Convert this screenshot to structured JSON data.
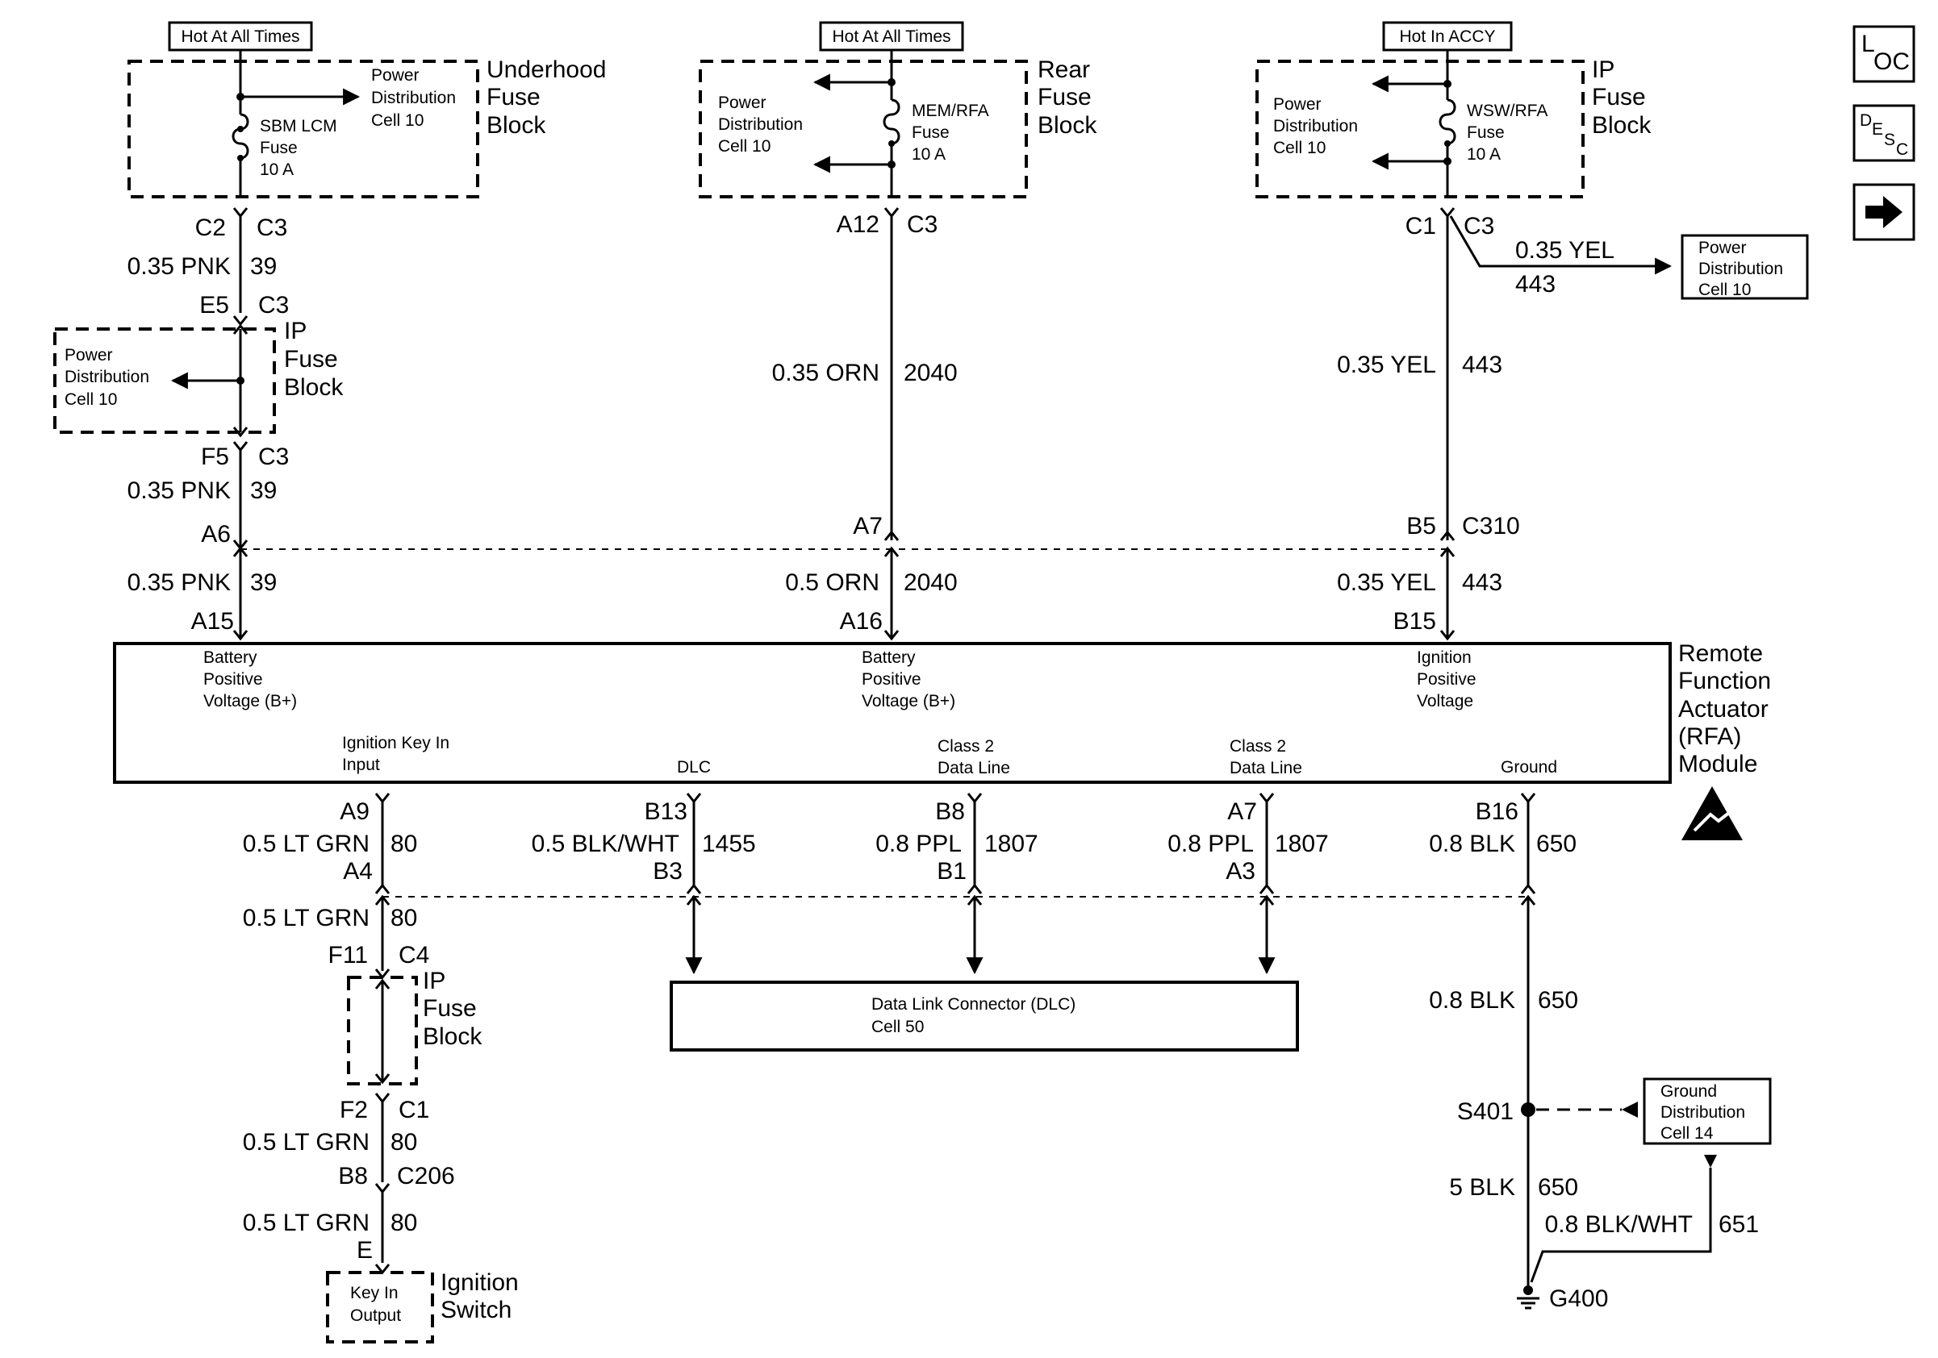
{
  "nav": {
    "loc_main": "L",
    "loc_sub": "OC",
    "desc_top": "D",
    "desc_e": "E",
    "desc_s": "S",
    "desc_c": "C",
    "next_arrow": "➜"
  },
  "tags": {
    "hot1": "Hot At All Times",
    "hot2": "Hot At All Times",
    "hot3": "Hot In ACCY"
  },
  "blocks": {
    "underhood": {
      "l1": "Underhood",
      "l2": "Fuse",
      "l3": "Block",
      "pd1": "Power",
      "pd2": "Distribution",
      "pd3": "Cell 10",
      "f1": "SBM LCM",
      "f2": "Fuse",
      "f3": "10 A"
    },
    "rear": {
      "l1": "Rear",
      "l2": "Fuse",
      "l3": "Block",
      "pd1": "Power",
      "pd2": "Distribution",
      "pd3": "Cell 10",
      "f1": "MEM/RFA",
      "f2": "Fuse",
      "f3": "10 A"
    },
    "ip_top": {
      "l1": "IP",
      "l2": "Fuse",
      "l3": "Block",
      "pd1": "Power",
      "pd2": "Distribution",
      "pd3": "Cell 10",
      "f1": "WSW/RFA",
      "f2": "Fuse",
      "f3": "10 A"
    },
    "ip_mid": {
      "l1": "IP",
      "l2": "Fuse",
      "l3": "Block",
      "pd1": "Power",
      "pd2": "Distribution",
      "pd3": "Cell 10"
    },
    "ip_low": {
      "l1": "IP",
      "l2": "Fuse",
      "l3": "Block"
    },
    "pd_right": {
      "l1": "Power",
      "l2": "Distribution",
      "l3": "Cell 10"
    },
    "ground_dist": {
      "l1": "Ground",
      "l2": "Distribution",
      "l3": "Cell 14"
    },
    "ign_switch": {
      "l1": "Ignition",
      "l2": "Switch",
      "o1": "Key In",
      "o2": "Output"
    }
  },
  "left_col": {
    "c2": "C2",
    "c3a": "C3",
    "w1": "0.35 PNK",
    "n1": "39",
    "e5": "E5",
    "c3b": "C3",
    "f5": "F5",
    "c3c": "C3",
    "w2": "0.35 PNK",
    "n2": "39",
    "a6": "A6",
    "w3": "0.35 PNK",
    "n3": "39",
    "a15": "A15"
  },
  "mid_col": {
    "a12": "A12",
    "c3": "C3",
    "w1": "0.35 ORN",
    "n1": "2040",
    "a7": "A7",
    "w2": "0.5 ORN",
    "n2": "2040",
    "a16": "A16"
  },
  "right_col": {
    "c1": "C1",
    "c3": "C3",
    "wb": "0.35 YEL",
    "nb": "443",
    "w1": "0.35 YEL",
    "n1": "443",
    "b5": "B5",
    "c310": "C310",
    "w2": "0.35 YEL",
    "n2": "443",
    "b15": "B15"
  },
  "module": {
    "name1": "Remote",
    "name2": "Function",
    "name3": "Actuator",
    "name4": "(RFA)",
    "name5": "Module",
    "t1a": "Battery",
    "t1b": "Positive",
    "t1c": "Voltage (B+)",
    "t2a": "Battery",
    "t2b": "Positive",
    "t2c": "Voltage (B+)",
    "t3a": "Ignition",
    "t3b": "Positive",
    "t3c": "Voltage",
    "b1a": "Ignition Key In",
    "b1b": "Input",
    "b2": "DLC",
    "b3a": "Class 2",
    "b3b": "Data Line",
    "b4a": "Class 2",
    "b4b": "Data Line",
    "b5": "Ground"
  },
  "bottom": {
    "a9": "A9",
    "w_a9": "0.5 LT GRN",
    "n_a9": "80",
    "a4": "A4",
    "b13": "B13",
    "w_b13": "0.5 BLK/WHT",
    "n_b13": "1455",
    "b3": "B3",
    "b8": "B8",
    "w_b8": "0.8 PPL",
    "n_b8": "1807",
    "b1": "B1",
    "a7": "A7",
    "w_a7": "0.8 PPL",
    "n_a7": "1807",
    "a3": "A3",
    "b16": "B16",
    "w_b16": "0.8 BLK",
    "n_b16": "650",
    "w_l2": "0.5 LT GRN",
    "n_l2": "80",
    "f11": "F11",
    "c4": "C4",
    "f2": "F2",
    "c1": "C1",
    "w_l3": "0.5 LT GRN",
    "n_l3": "80",
    "b8s": "B8",
    "c206": "C206",
    "w_l4": "0.5 LT GRN",
    "n_l4": "80",
    "e": "E",
    "w_r2": "0.8 BLK",
    "n_r2": "650",
    "s401": "S401",
    "w_r3": "5 BLK",
    "n_r3": "650",
    "w_r4": "0.8 BLK/WHT",
    "n_r4": "651",
    "g400": "G400"
  },
  "dlc": {
    "l1": "Data Link Connector (DLC)",
    "l2": "Cell 50"
  }
}
